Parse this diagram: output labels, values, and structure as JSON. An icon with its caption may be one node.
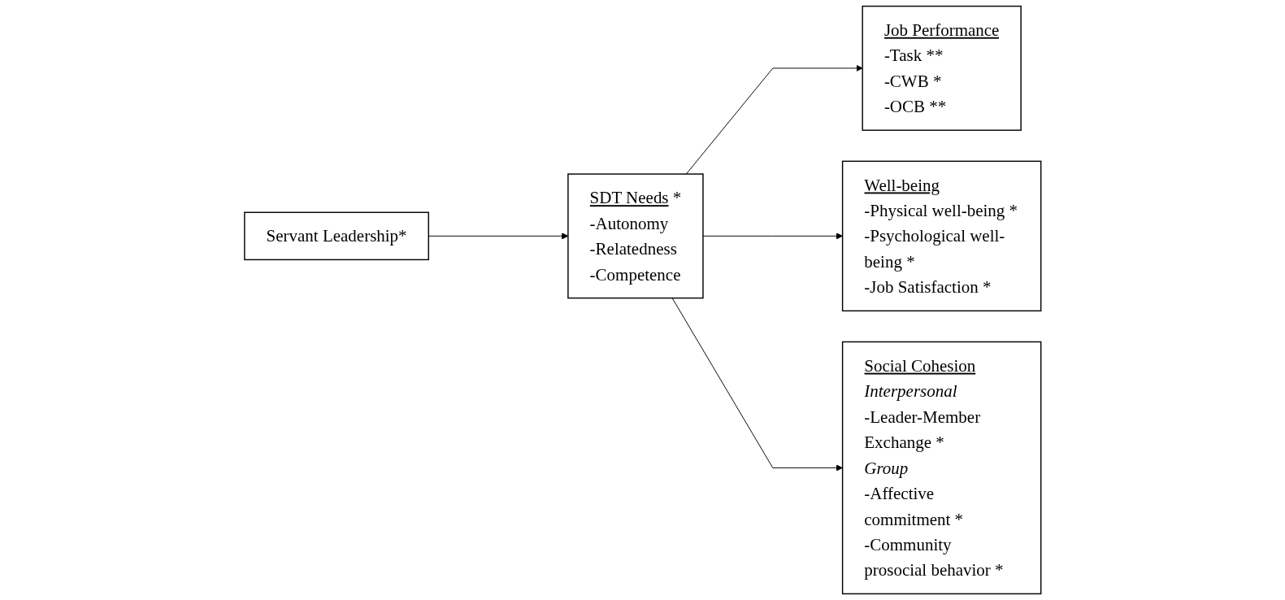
{
  "diagram": {
    "nodes": [
      {
        "text": [
          "Servant Leadership*"
        ]
      },
      {
        "text": [
          "SDT Needs *",
          "-Autonomy",
          "-Relatedness",
          "-Competence"
        ]
      },
      {
        "text": [
          "Job Performance",
          "-Task **",
          "-CWB *",
          "-OCB **"
        ]
      },
      {
        "text": [
          "Well-being",
          "-Physical well-being *",
          "-Psychological well-being *",
          "-Job Satisfaction *"
        ]
      },
      {
        "text": [
          "Social Cohesion",
          "Interpersonal",
          "-Leader-Member Exchange *",
          "Group",
          "-Affective commitment *",
          "-Community prosocial behavior *"
        ]
      }
    ],
    "edges": [
      {
        "from": 0,
        "to": 1,
        "arrow": "to"
      },
      {
        "from": 1,
        "to": 2,
        "arrow": "to"
      },
      {
        "from": 1,
        "to": 3,
        "arrow": "to"
      },
      {
        "from": 1,
        "to": 4,
        "arrow": "to"
      }
    ]
  }
}
